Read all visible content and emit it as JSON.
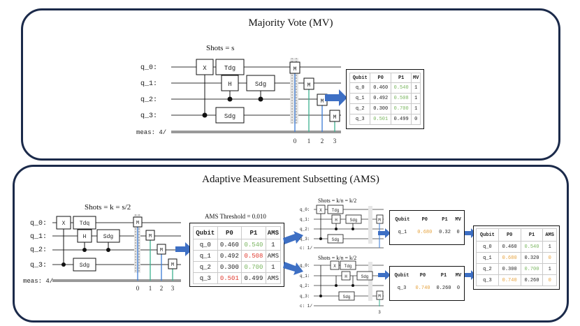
{
  "mv": {
    "title": "Majority Vote (MV)",
    "shots": "Shots = s",
    "qubits": [
      "q_0:",
      "q_1:",
      "q_2:",
      "q_3:"
    ],
    "meas": "meas: 4/",
    "gates": {
      "x": "X",
      "tdg": "Tdg",
      "h": "H",
      "sdg1": "Sdg",
      "sdg2": "Sdg",
      "m": "M"
    },
    "meas_indices": [
      "0",
      "1",
      "2",
      "3"
    ],
    "table": {
      "headers": [
        "Qubit",
        "P0",
        "P1",
        "MV"
      ],
      "rows": [
        [
          "q_0",
          "0.460",
          "0.540",
          "1"
        ],
        [
          "q_1",
          "0.492",
          "0.508",
          "1"
        ],
        [
          "q_2",
          "0.300",
          "0.700",
          "1"
        ],
        [
          "q_3",
          "0.501",
          "0.499",
          "0"
        ]
      ]
    }
  },
  "ams": {
    "title": "Adaptive Measurement Subsetting (AMS)",
    "shots": "Shots = k = s/2",
    "qubits": [
      "q_0:",
      "q_1:",
      "q_2:",
      "q_3:"
    ],
    "meas": "meas: 4/",
    "gates": {
      "x": "X",
      "tdg": "Tdq",
      "h": "H",
      "sdg1": "Sdg",
      "sdg2": "Sdg",
      "m": "M"
    },
    "meas_indices": [
      "0",
      "1",
      "2",
      "3"
    ],
    "threshold": "AMS Threshold = 0.010",
    "table": {
      "headers": [
        "Qubit",
        "P0",
        "P1",
        "AMS"
      ],
      "rows": [
        [
          "q_0",
          "0.460",
          "0.540",
          "1"
        ],
        [
          "q_1",
          "0.492",
          "0.508",
          "AMS"
        ],
        [
          "q_2",
          "0.300",
          "0.700",
          "1"
        ],
        [
          "q_3",
          "0.501",
          "0.499",
          "AMS"
        ]
      ]
    },
    "sub1": {
      "shots": "Shots = k/n = k/2",
      "qubits": [
        "q_0:",
        "q_1:",
        "q_2:",
        "q_3:"
      ],
      "meas": "c: 1/",
      "gates": {
        "x": "X",
        "tdg": "Tdg",
        "h": "H",
        "sdg1": "Sdg",
        "sdg2": "Sdg",
        "m": "M"
      },
      "table": {
        "headers": [
          "Qubit",
          "P0",
          "P1",
          "MV"
        ],
        "rows": [
          [
            "q_1",
            "0.680",
            "0.32",
            "0"
          ]
        ]
      }
    },
    "sub2": {
      "shots": "Shots = k/n = k/2",
      "qubits": [
        "q_0:",
        "q_1:",
        "q_2:",
        "q_3:"
      ],
      "meas": "c: 1/",
      "gates": {
        "x": "X",
        "tdg": "Tdg",
        "h": "H",
        "sdg1": "Sdg",
        "sdg2": "Sdg",
        "m": "M"
      },
      "meas_index": "3",
      "table": {
        "headers": [
          "Qubit",
          "P0",
          "P1",
          "MV"
        ],
        "rows": [
          [
            "q_3",
            "0.740",
            "0.260",
            "0"
          ]
        ]
      }
    },
    "final_table": {
      "headers": [
        "Qubit",
        "P0",
        "P1",
        "AMS"
      ],
      "rows": [
        [
          "q_0",
          "0.460",
          "0.540",
          "1"
        ],
        [
          "q_1",
          "0.680",
          "0.320",
          "0"
        ],
        [
          "q_2",
          "0.300",
          "0.700",
          "1"
        ],
        [
          "q_3",
          "0.740",
          "0.260",
          "0"
        ]
      ]
    }
  },
  "colors": {
    "border": "#1b2a4a",
    "arrow": "#3d6fc4",
    "green": "#7bb661",
    "red": "#e03c31",
    "orange": "#e6a23c",
    "meas_blue": "#3a7bd5",
    "meas_green": "#3bb08f"
  }
}
